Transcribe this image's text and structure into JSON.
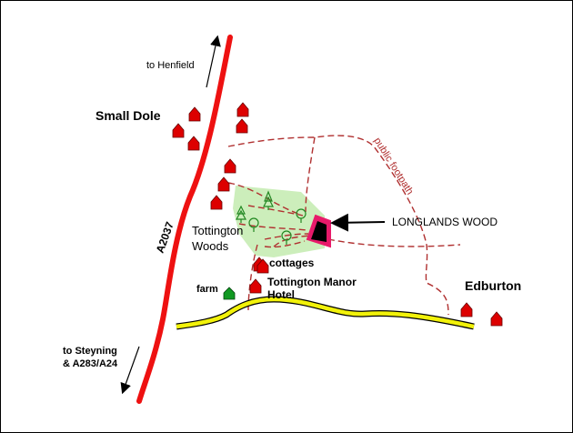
{
  "labels": {
    "to_henfield": "to Henfield",
    "small_dole": "Small Dole",
    "a2037": "A2037",
    "public_footpath": "public footpath",
    "longlands_wood": "LONGLANDS  WOOD",
    "tottington_line1": "Tottington",
    "tottington_line2": "Woods",
    "cottages": "cottages",
    "manor_line1": "Tottington Manor",
    "manor_line2": "Hotel",
    "farm": "farm",
    "edburton": "Edburton",
    "steyning_line1": "to Steyning",
    "steyning_line2": "& A283/A24"
  },
  "colors": {
    "main_road": "#ee1111",
    "minor_road_fill": "#f2f20a",
    "footpath": "#b03030",
    "woodland": "#cceebb",
    "house": "#dd0000",
    "farm": "#119922",
    "target_wood": "#e81a6a"
  },
  "icons": {
    "house": "house-icon",
    "farm": "farm-icon",
    "tree": "tree-icon",
    "conifer": "conifer-icon"
  }
}
